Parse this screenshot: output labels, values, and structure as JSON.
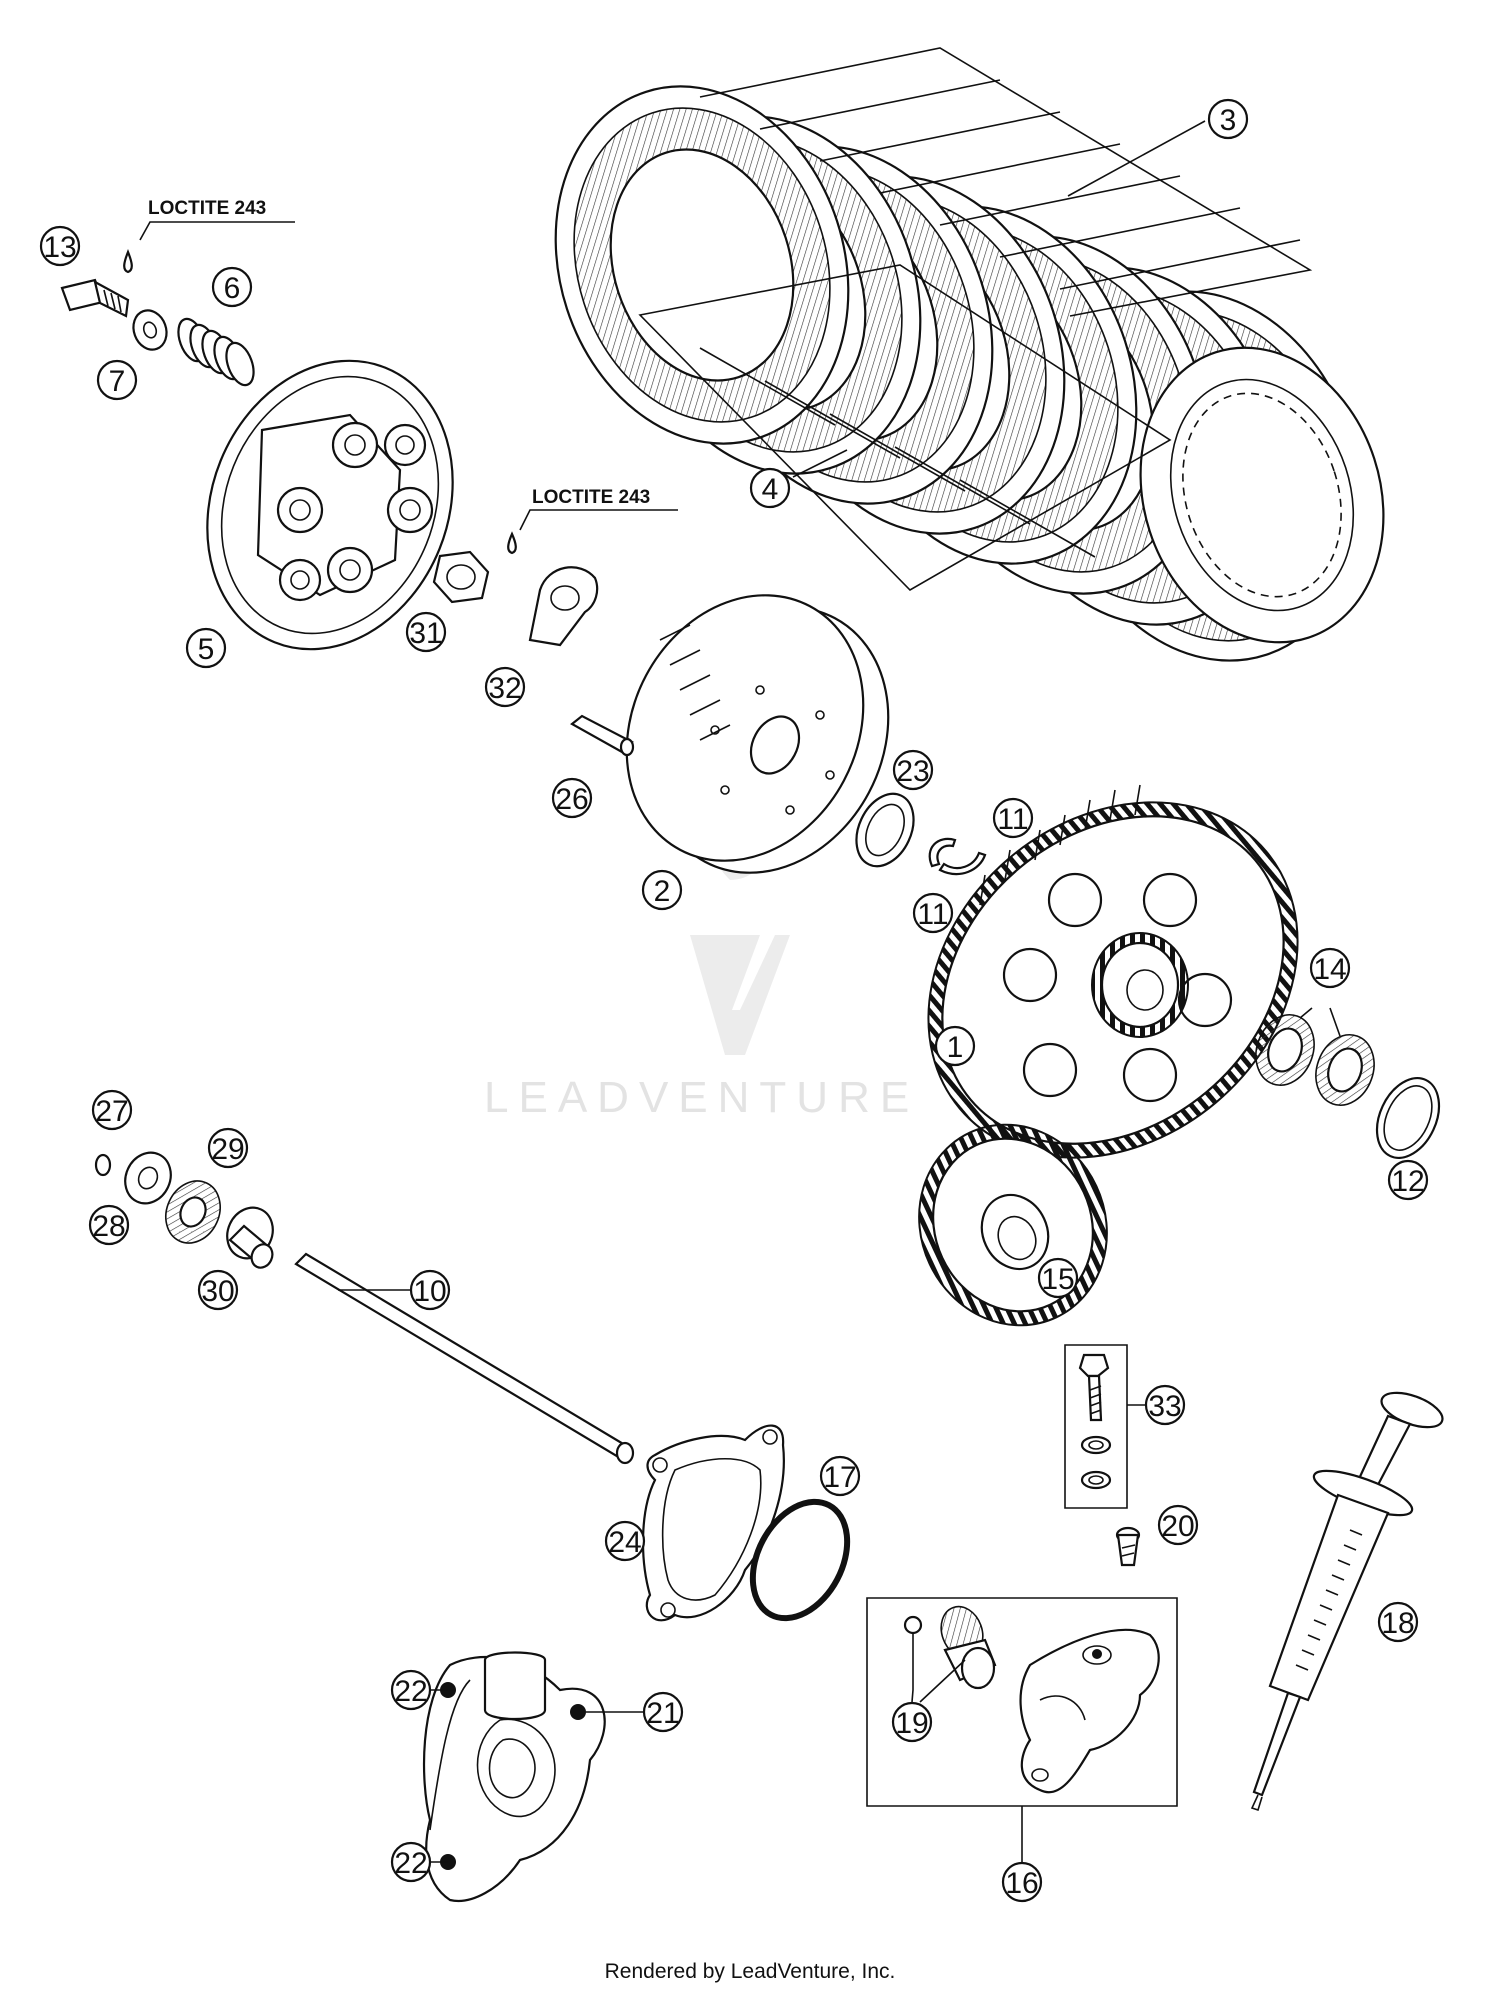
{
  "callouts": {
    "c1": "1",
    "c2": "2",
    "c3": "3",
    "c4": "4",
    "c5": "5",
    "c6": "6",
    "c7": "7",
    "c10": "10",
    "c11a": "11",
    "c11b": "11",
    "c12": "12",
    "c13": "13",
    "c14": "14",
    "c15": "15",
    "c16": "16",
    "c17": "17",
    "c18": "18",
    "c19": "19",
    "c20": "20",
    "c21": "21",
    "c22a": "22",
    "c22b": "22",
    "c23": "23",
    "c24": "24",
    "c26": "26",
    "c27": "27",
    "c28": "28",
    "c29": "29",
    "c30": "30",
    "c31": "31",
    "c32": "32",
    "c33": "33"
  },
  "notes": {
    "loctite_top": "LOCTITE 243",
    "loctite_mid": "LOCTITE 243"
  },
  "watermark": {
    "brand": "LEADVENTURE"
  },
  "footer": {
    "rendered_by": "Rendered by LeadVenture, Inc."
  }
}
